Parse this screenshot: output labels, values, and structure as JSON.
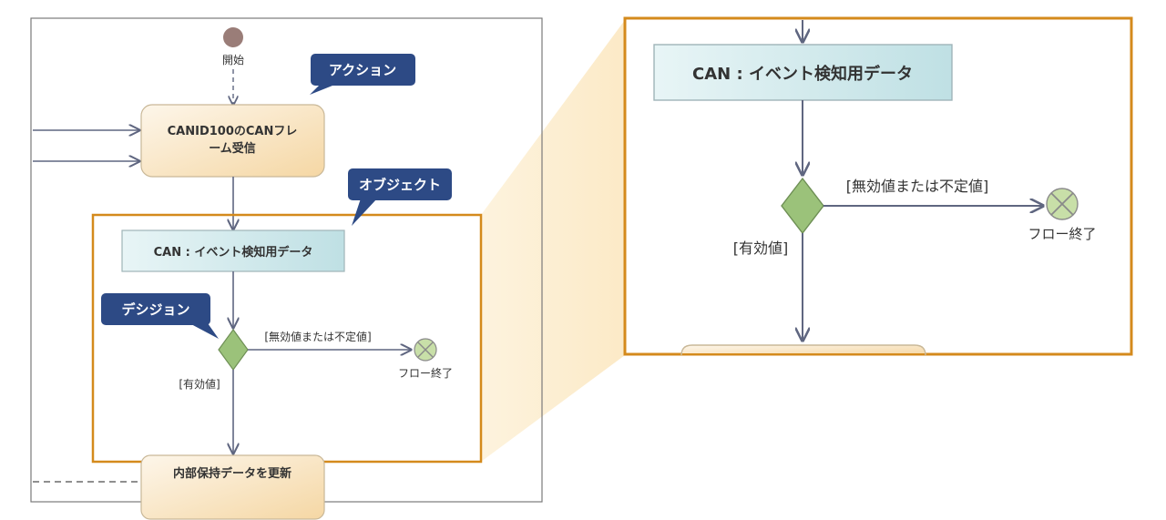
{
  "start_label": "開始",
  "action_node_1": {
    "line1": "CANID100のCANフレ",
    "line2": "ーム受信"
  },
  "object_node": "CAN : イベント検知用データ",
  "guard_invalid": "[無効値または不定値]",
  "guard_valid": "[有効値]",
  "flow_final_label": "フロー終了",
  "action_node_2": "内部保持データを更新",
  "callouts": {
    "action": "アクション",
    "object": "オブジェクト",
    "decision": "デシジョン"
  },
  "zoom": {
    "object_node": "CAN : イベント検知用データ",
    "guard_invalid": "[無効値または不定値]",
    "guard_valid": "[有効値]",
    "flow_final_label": "フロー終了"
  },
  "colors": {
    "highlight_border": "#d48a1c",
    "callout_fill": "#2d4a85",
    "action_fill_top": "#fdf3e4",
    "action_fill_bottom": "#f6d9a8",
    "object_fill": "#d6edf0",
    "decision_fill": "#9bc27a",
    "arrow": "#5f6680"
  }
}
